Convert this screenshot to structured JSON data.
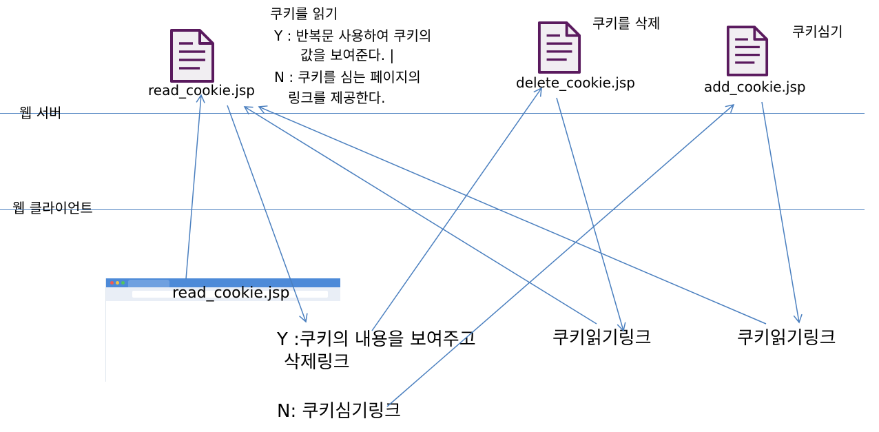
{
  "lanes": {
    "web_server": "웹 서버",
    "web_client": "웹 클라이언트"
  },
  "files": {
    "read": "read_cookie.jsp",
    "delete": "delete_cookie.jsp",
    "add": "add_cookie.jsp"
  },
  "notes": {
    "read_title": "쿠키를 읽기",
    "read_y1": "Y  : 반복문 사용하여 쿠키의",
    "read_y2": "값을 보여준다. |",
    "read_n1": "N : 쿠키를 심는 페이지의",
    "read_n2": "링크를 제공한다.",
    "delete_title": "쿠키를 삭제",
    "add_title": "쿠키심기"
  },
  "client": {
    "browser_label": "read_cookie.jsp",
    "y_line1": "Y :쿠키의 내용을 보여주고",
    "y_line2": "삭제링크",
    "n_line": "N: 쿠키심기링크",
    "read_link_1": "쿠키읽기링크",
    "read_link_2": "쿠키읽기링크"
  },
  "colors": {
    "arrow": "#4a7fbf",
    "doc_icon": "#5a1a5e"
  },
  "icons": [
    "document-icon",
    "document-icon",
    "document-icon",
    "browser-window-icon"
  ]
}
